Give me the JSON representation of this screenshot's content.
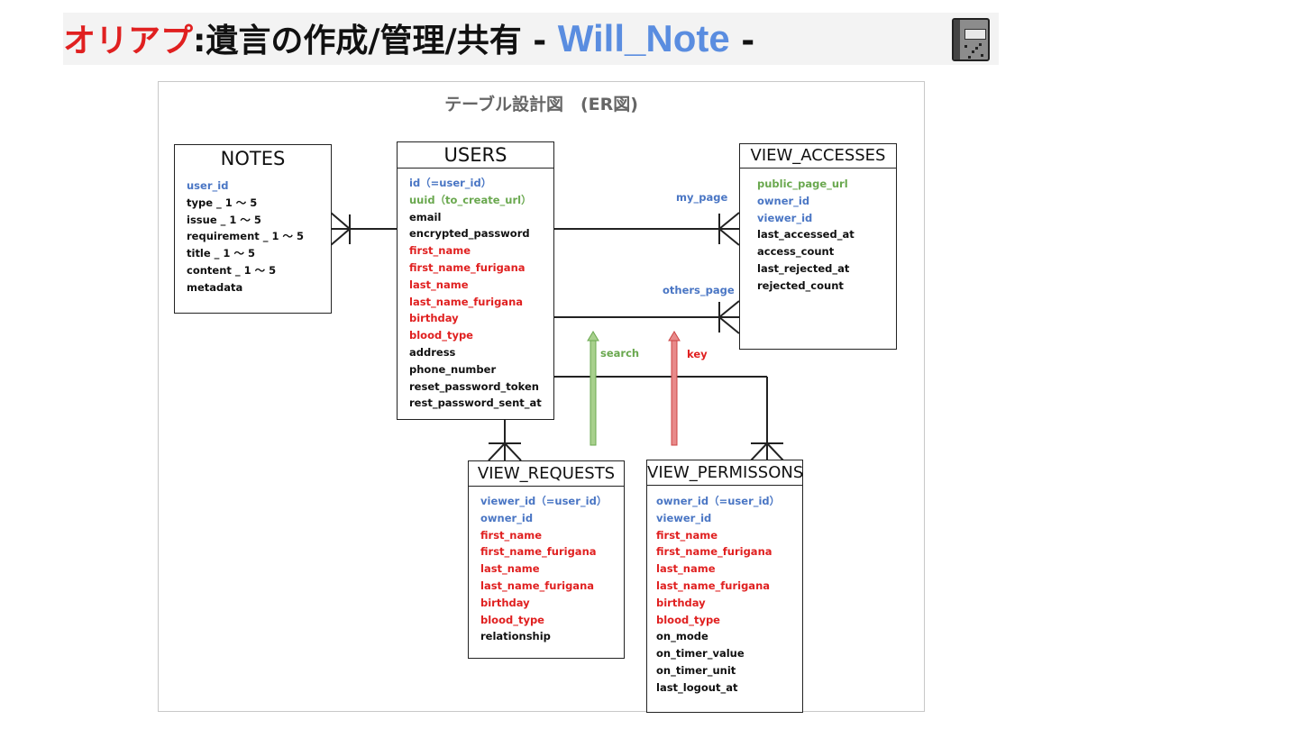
{
  "header": {
    "app_name": "オリアプ",
    "subtitle": ":遺言の作成/管理/共有 - ",
    "product": "Will_Note",
    "suffix": " -",
    "icon": "notebook-icon"
  },
  "diagram": {
    "title": "テーブル設計図　(ER図)",
    "entities": {
      "notes": {
        "name": "NOTES",
        "fields": [
          {
            "text": "user_id",
            "color": "blue"
          },
          {
            "text": "type _ 1 ～ 5",
            "color": "black"
          },
          {
            "text": "issue _ 1 ～ 5",
            "color": "black"
          },
          {
            "text": "requirement _ 1 ～ 5",
            "color": "black"
          },
          {
            "text": "title _ 1 ～ 5",
            "color": "black"
          },
          {
            "text": "content _ 1 ～ 5",
            "color": "black"
          },
          {
            "text": "metadata",
            "color": "black"
          }
        ]
      },
      "users": {
        "name": "USERS",
        "fields": [
          {
            "text": "id（=user_id）",
            "color": "blue"
          },
          {
            "text": "uuid（to_create_url）",
            "color": "green"
          },
          {
            "text": "email",
            "color": "black"
          },
          {
            "text": "encrypted_password",
            "color": "black"
          },
          {
            "text": "first_name",
            "color": "red"
          },
          {
            "text": "first_name_furigana",
            "color": "red"
          },
          {
            "text": "last_name",
            "color": "red"
          },
          {
            "text": "last_name_furigana",
            "color": "red"
          },
          {
            "text": "birthday",
            "color": "red"
          },
          {
            "text": "blood_type",
            "color": "red"
          },
          {
            "text": "address",
            "color": "black"
          },
          {
            "text": "phone_number",
            "color": "black"
          },
          {
            "text": "reset_password_token",
            "color": "black"
          },
          {
            "text": "rest_password_sent_at",
            "color": "black"
          }
        ]
      },
      "view_accesses": {
        "name": "VIEW_ACCESSES",
        "fields": [
          {
            "text": "public_page_url",
            "color": "green"
          },
          {
            "text": "owner_id",
            "color": "blue"
          },
          {
            "text": "viewer_id",
            "color": "blue"
          },
          {
            "text": "last_accessed_at",
            "color": "black"
          },
          {
            "text": "access_count",
            "color": "black"
          },
          {
            "text": "last_rejected_at",
            "color": "black"
          },
          {
            "text": "rejected_count",
            "color": "black"
          }
        ]
      },
      "view_requests": {
        "name": "VIEW_REQUESTS",
        "fields": [
          {
            "text": "viewer_id（=user_id）",
            "color": "blue"
          },
          {
            "text": "owner_id",
            "color": "blue"
          },
          {
            "text": "first_name",
            "color": "red"
          },
          {
            "text": "first_name_furigana",
            "color": "red"
          },
          {
            "text": "last_name",
            "color": "red"
          },
          {
            "text": "last_name_furigana",
            "color": "red"
          },
          {
            "text": "birthday",
            "color": "red"
          },
          {
            "text": "blood_type",
            "color": "red"
          },
          {
            "text": "relationship",
            "color": "black"
          }
        ]
      },
      "view_permissons": {
        "name": "VIEW_PERMISSONS",
        "fields": [
          {
            "text": "owner_id（=user_id）",
            "color": "blue"
          },
          {
            "text": "viewer_id",
            "color": "blue"
          },
          {
            "text": "first_name",
            "color": "red"
          },
          {
            "text": "first_name_furigana",
            "color": "red"
          },
          {
            "text": "last_name",
            "color": "red"
          },
          {
            "text": "last_name_furigana",
            "color": "red"
          },
          {
            "text": "birthday",
            "color": "red"
          },
          {
            "text": "blood_type",
            "color": "red"
          },
          {
            "text": "on_mode",
            "color": "black"
          },
          {
            "text": "on_timer_value",
            "color": "black"
          },
          {
            "text": "on_timer_unit",
            "color": "black"
          },
          {
            "text": "last_logout_at",
            "color": "black"
          }
        ]
      }
    },
    "relations": {
      "my_page": "my_page",
      "others_page": "others_page",
      "search": "search",
      "key": "key"
    },
    "colors": {
      "blue": "#4a76c4",
      "green": "#6aa84f",
      "red": "#e02020",
      "black": "#111111",
      "search_arrow": "#93c47d",
      "key_arrow": "#e06666"
    }
  }
}
